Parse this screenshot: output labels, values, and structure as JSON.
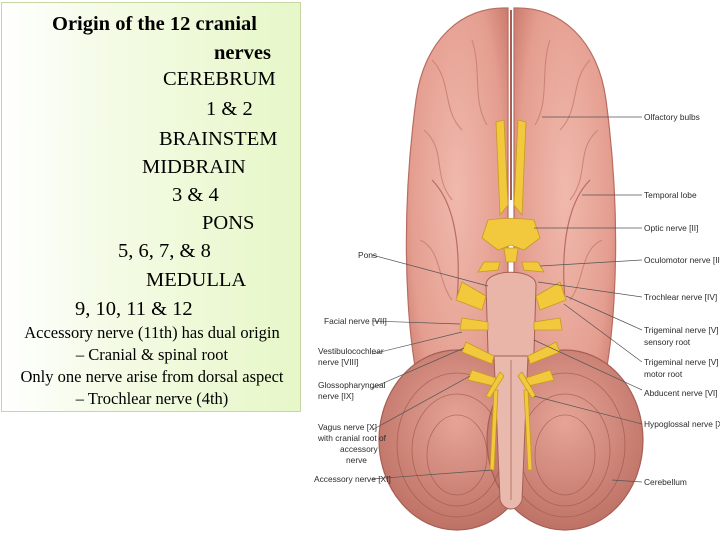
{
  "title": {
    "line1": "Origin of the 12 cranial",
    "line2": "nerves"
  },
  "origins": [
    {
      "region": "CEREBRUM",
      "nerves": "1 & 2"
    },
    {
      "region": "BRAINSTEM",
      "nerves": ""
    },
    {
      "region": "MIDBRAIN",
      "nerves": "3 & 4"
    },
    {
      "region": "PONS",
      "nerves": "5, 6, 7, & 8"
    },
    {
      "region": "MEDULLA",
      "nerves": "9, 10, 11 & 12"
    }
  ],
  "notes": [
    "Accessory nerve (11th) has dual origin",
    "– Cranial & spinal root",
    "Only one nerve arise from dorsal aspect",
    "– Trochlear nerve (4th)"
  ],
  "figure_labels": {
    "right": [
      "Olfactory bulbs",
      "Temporal lobe",
      "Optic nerve [II]",
      "Oculomotor nerve [III]",
      "Trochlear nerve [IV]",
      "Trigeminal nerve [V]",
      "sensory root",
      "Trigeminal nerve [V]",
      "motor root",
      "Abducent nerve [VI]",
      "Hypoglossal nerve [XII]",
      "Cerebellum"
    ],
    "left": [
      "Pons",
      "Facial nerve [VII]",
      "Vestibulocochlear",
      "nerve [VIII]",
      "Glossopharyngeal",
      "nerve [IX]",
      "Vagus nerve [X]",
      "with cranial root of",
      "accessory",
      "nerve",
      "Accessory nerve [XI]"
    ]
  },
  "colors": {
    "panel_bg": "#e7f7c8",
    "brain": "#e9a79a",
    "nerve": "#f2c83c"
  }
}
